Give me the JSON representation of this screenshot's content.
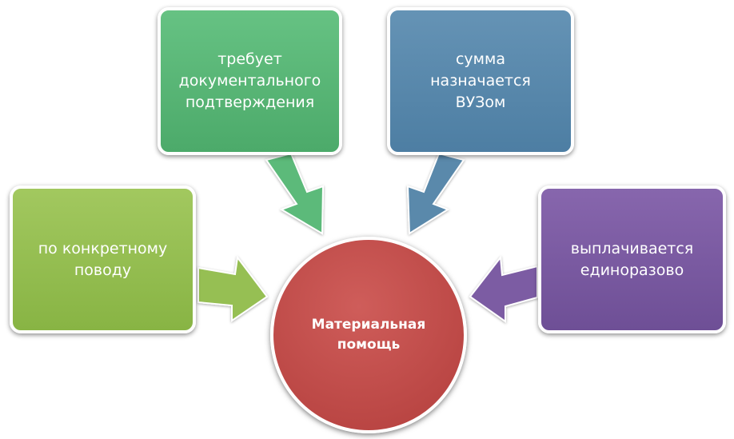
{
  "center": {
    "lines": [
      "Материальная",
      "помощь"
    ],
    "color": "#bf4a48"
  },
  "nodes": {
    "top_left": {
      "lines": [
        "требует",
        "документального",
        "подтверждения"
      ],
      "color": "#59b677"
    },
    "top_right": {
      "lines": [
        "сумма",
        "назначается",
        "ВУЗом"
      ],
      "color": "#5888ab"
    },
    "left": {
      "lines": [
        "по конкретному",
        "поводу"
      ],
      "color": "#95be52"
    },
    "right": {
      "lines": [
        "выплачивается",
        "единоразово"
      ],
      "color": "#7b5aa1"
    }
  }
}
